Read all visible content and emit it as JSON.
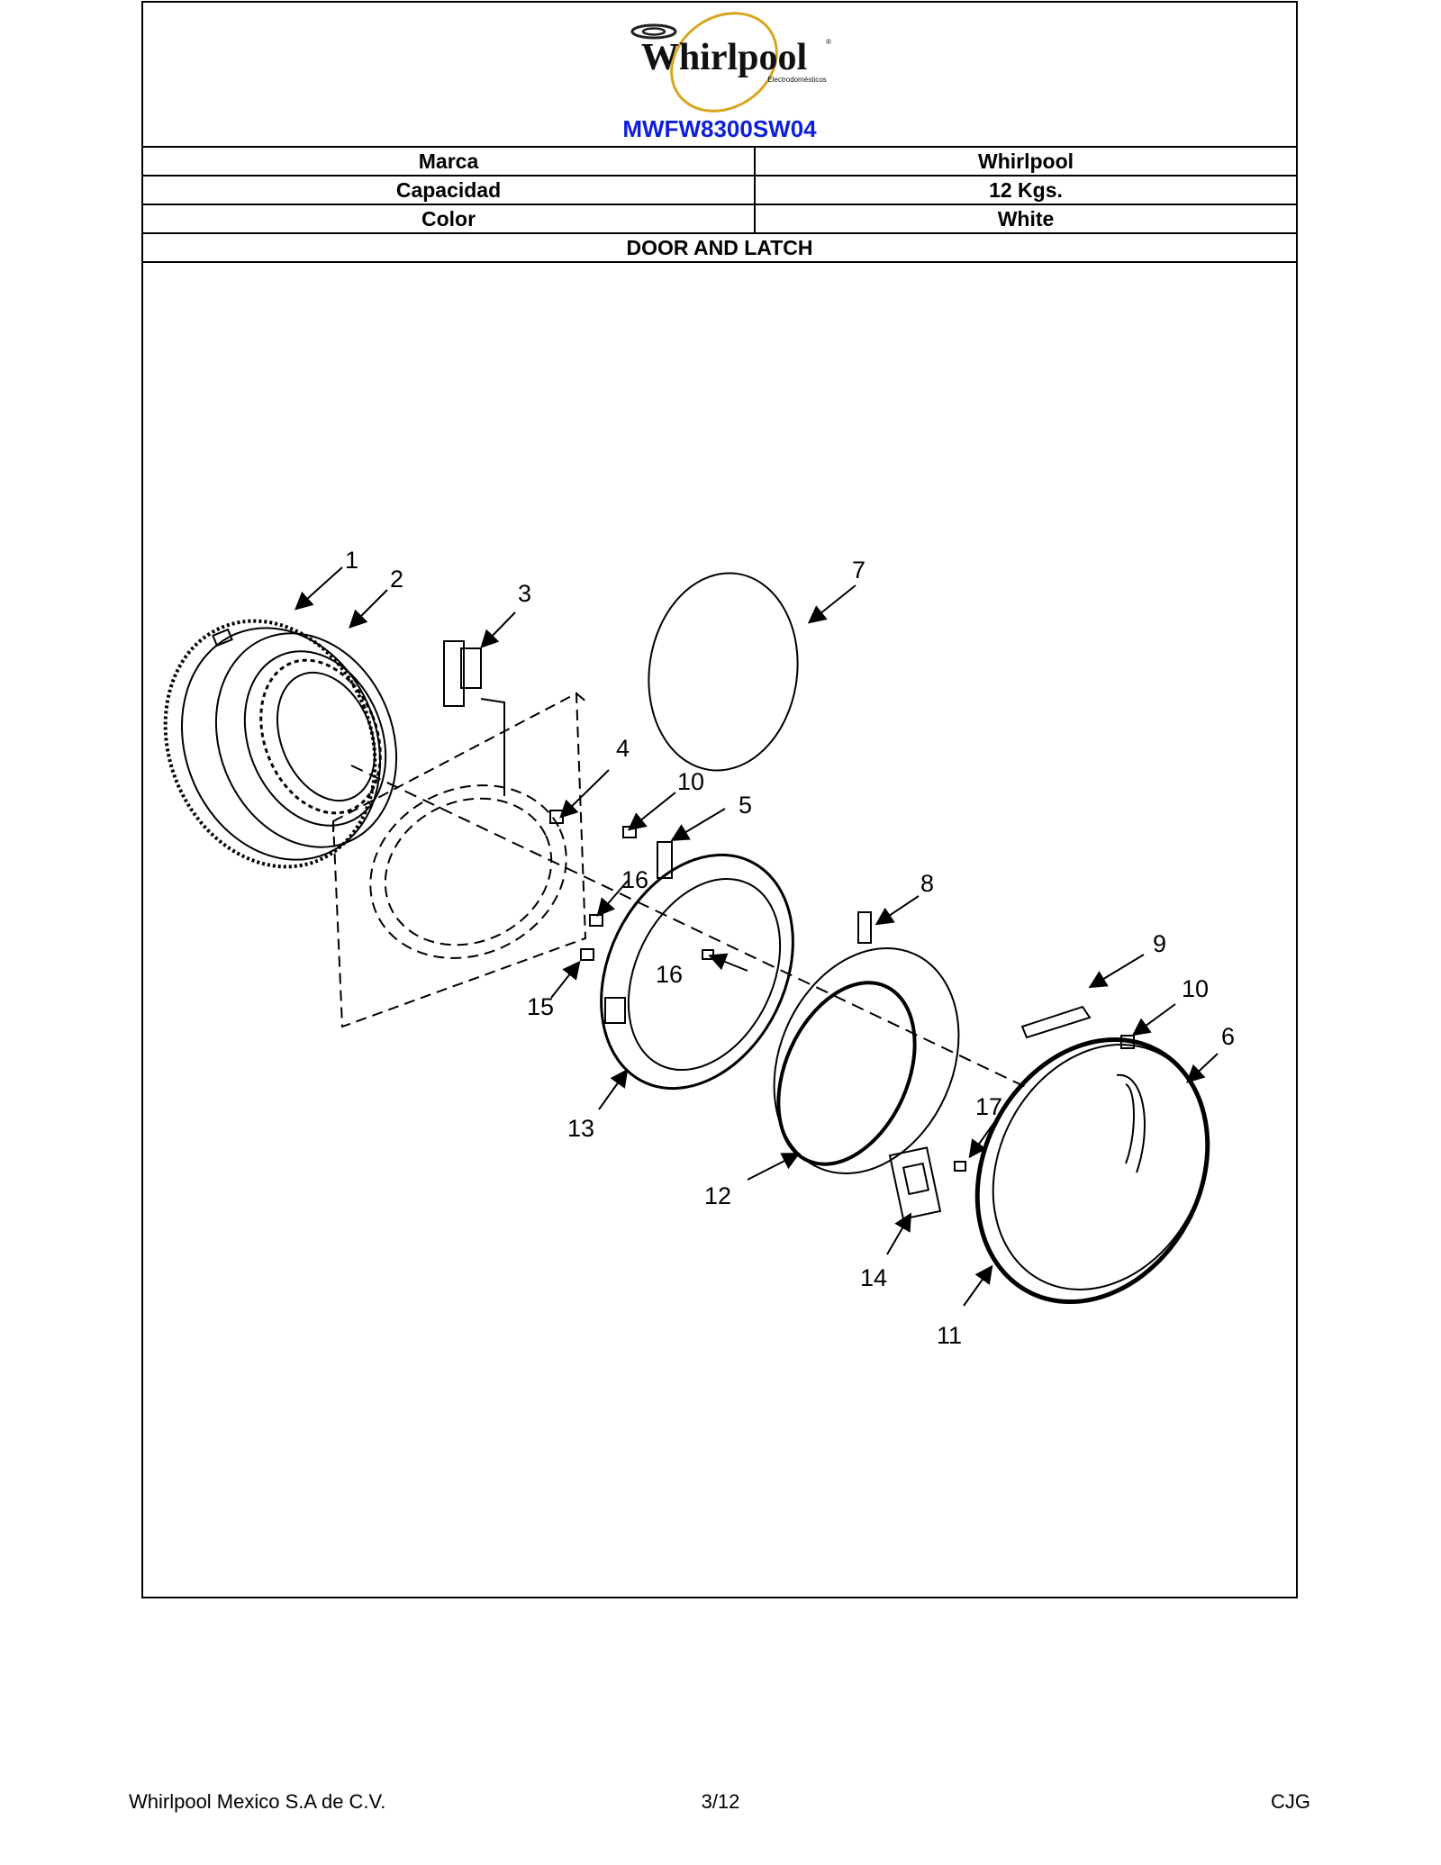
{
  "header": {
    "brand_logo": "Whirlpool",
    "brand_sub": "Electrodomésticos",
    "model": "MWFW8300SW04"
  },
  "specs": [
    {
      "label": "Marca",
      "value": "Whirlpool"
    },
    {
      "label": "Capacidad",
      "value": "12 Kgs."
    },
    {
      "label": "Color",
      "value": "White"
    }
  ],
  "section_title": "DOOR AND LATCH",
  "diagram": {
    "callouts": {
      "c1": "1",
      "c2": "2",
      "c3": "3",
      "c4": "4",
      "c5": "5",
      "c6": "6",
      "c7": "7",
      "c8": "8",
      "c9": "9",
      "c10a": "10",
      "c10b": "10",
      "c11": "11",
      "c12": "12",
      "c13": "13",
      "c14": "14",
      "c15": "15",
      "c16a": "16",
      "c16b": "16",
      "c17": "17"
    }
  },
  "footer": {
    "company": "Whirlpool Mexico S.A de C.V.",
    "page": "3/12",
    "initials": "CJG"
  }
}
